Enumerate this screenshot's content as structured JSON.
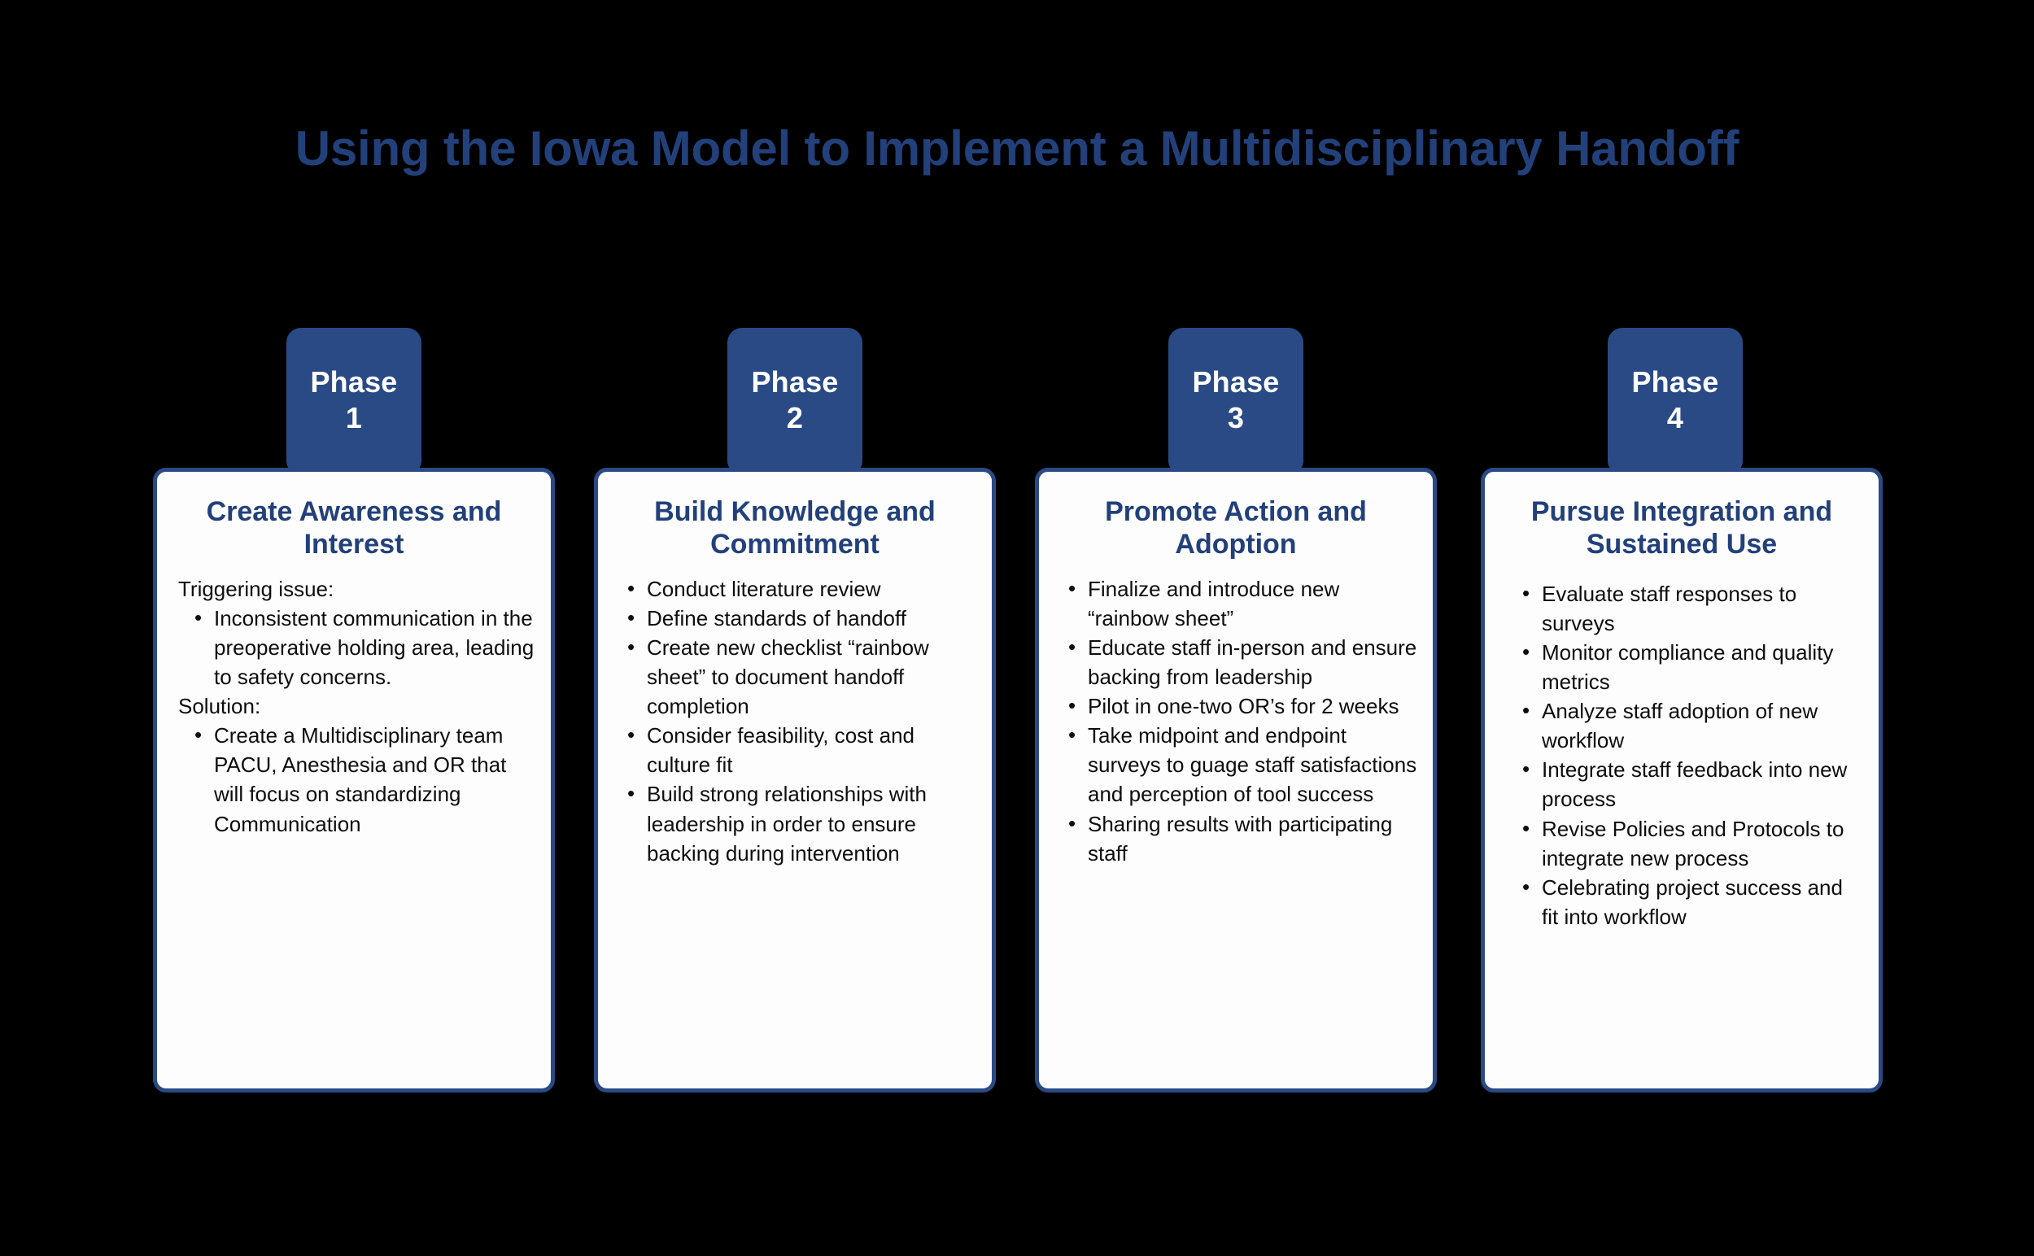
{
  "slide": {
    "title": "Using the Iowa Model to Implement a Multidisciplinary Handoff",
    "title_color": "#22407a",
    "background_color": "#000000",
    "card_background": "#fdfdfd",
    "accent_color": "#2a4a85"
  },
  "phases": [
    {
      "tab_word": "Phase",
      "tab_number": "1",
      "heading": "Create Awareness and Interest",
      "lead_1": "Triggering issue:",
      "bullets_1": [
        "Inconsistent communication in the preoperative holding area, leading to safety concerns."
      ],
      "lead_2": "Solution:",
      "bullets_2": [
        "Create a Multidisciplinary team PACU, Anesthesia and OR that will focus on standardizing Communication"
      ]
    },
    {
      "tab_word": "Phase",
      "tab_number": "2",
      "heading": "Build Knowledge and Commitment",
      "bullets": [
        "Conduct literature review",
        "Define standards of handoff",
        "Create new checklist “rainbow sheet” to document handoff completion",
        "Consider feasibility, cost and culture fit",
        "Build strong relationships with leadership in order to ensure backing during intervention"
      ]
    },
    {
      "tab_word": "Phase",
      "tab_number": "3",
      "heading": "Promote Action and Adoption",
      "bullets": [
        "Finalize and introduce new “rainbow sheet”",
        "Educate staff in-person and ensure backing from leadership",
        "Pilot in one-two OR’s for 2 weeks",
        "Take midpoint and endpoint surveys to guage staff satisfactions and perception of tool success",
        "Sharing results with participating staff"
      ]
    },
    {
      "tab_word": "Phase",
      "tab_number": "4",
      "heading": "Pursue Integration and Sustained Use",
      "bullets": [
        "Evaluate staff responses to surveys",
        "Monitor compliance and quality metrics",
        "Analyze staff adoption of new workflow",
        "Integrate staff feedback into new process",
        "Revise Policies and Protocols to integrate new process",
        "Celebrating project success and fit into workflow"
      ]
    }
  ]
}
